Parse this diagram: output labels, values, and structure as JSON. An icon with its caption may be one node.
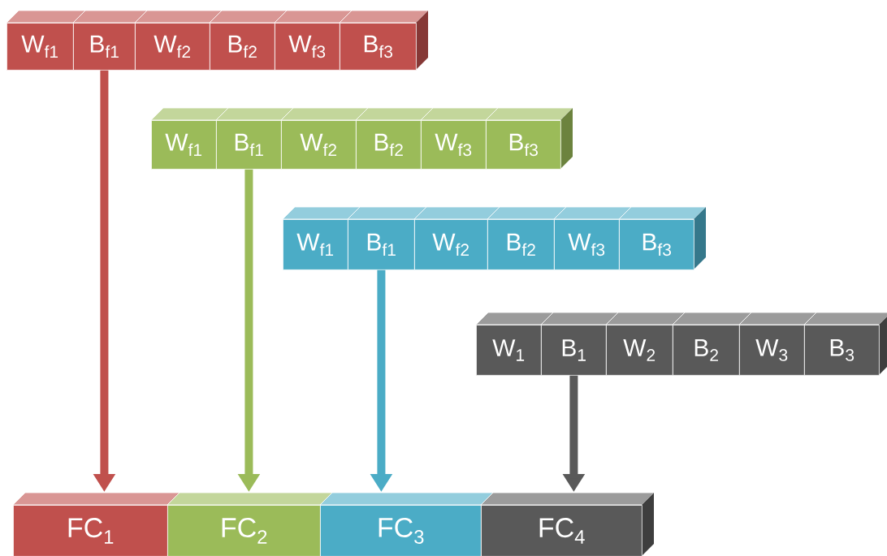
{
  "diagram": {
    "nodes": [
      {
        "text": [
          "W$_{f1}$"
        ]
      },
      {
        "text": [
          "B$_{f1}$"
        ]
      },
      {
        "text": [
          "W$_{f2}$"
        ]
      },
      {
        "text": [
          "B$_{f2}$"
        ]
      },
      {
        "text": [
          "W$_{f3}$"
        ]
      },
      {
        "text": [
          "B$_{f3}$"
        ]
      },
      {
        "text": [
          "W$_{f1}$"
        ]
      },
      {
        "text": [
          "B$_{f1}$"
        ]
      },
      {
        "text": [
          "W$_{f2}$"
        ]
      },
      {
        "text": [
          "B$_{f2}$"
        ]
      },
      {
        "text": [
          "W$_{f3}$"
        ]
      },
      {
        "text": [
          "B$_{f3}$"
        ]
      },
      {
        "text": [
          "W$_{f1}$"
        ]
      },
      {
        "text": [
          "B$_{f1}$"
        ]
      },
      {
        "text": [
          "W$_{f2}$"
        ]
      },
      {
        "text": [
          "B$_{f2}$"
        ]
      },
      {
        "text": [
          "W$_{f3}$"
        ]
      },
      {
        "text": [
          "B$_{f3}$"
        ]
      },
      {
        "text": [
          "W$_{1}$"
        ]
      },
      {
        "text": [
          "B$_{1}$"
        ]
      },
      {
        "text": [
          "W$_{2}$"
        ]
      },
      {
        "text": [
          "B$_{2}$"
        ]
      },
      {
        "text": [
          "W$_{3}$"
        ]
      },
      {
        "text": [
          "B$_{3}$"
        ]
      },
      {
        "text": [
          "FC$_{1}$"
        ]
      },
      {
        "text": [
          "FC$_{2}$"
        ]
      },
      {
        "text": [
          "FC$_{3}$"
        ]
      },
      {
        "text": [
          "FC$_{4}$"
        ]
      }
    ],
    "edges": [
      {
        "from": 1,
        "to": 24,
        "arrow": "to",
        "color": "#c0504d"
      },
      {
        "from": 7,
        "to": 25,
        "arrow": "to",
        "color": "#9bbb59"
      },
      {
        "from": 13,
        "to": 26,
        "arrow": "to",
        "color": "#4bacc6"
      },
      {
        "from": 19,
        "to": 27,
        "arrow": "to",
        "color": "#595959"
      }
    ]
  }
}
